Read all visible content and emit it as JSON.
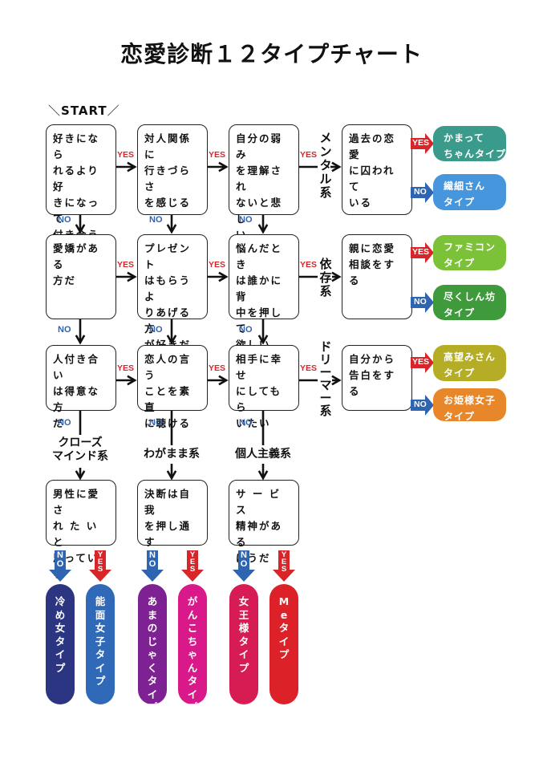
{
  "title": "恋愛診断１２タイプチャート",
  "start_label": "START",
  "yes_label": "YES",
  "no_label": "NO",
  "questions": {
    "r1c1": "好きになら\nれるより好\nきになって\n付き合うこ\nとが多い",
    "r1c2": "対人関係に\n行きづらさ\nを感じる",
    "r1c3": "自分の弱み\nを理解され\nないと悲し\nい",
    "r1c4": "過去の恋愛\nに囚われて\nいる",
    "r2c1": "愛嬌がある\n方だ",
    "r2c2": "プレゼント\nはもらうよ\nりあげる方\nが好きだ",
    "r2c3": "悩んだとき\nは誰かに背\n中を押して\n欲しい",
    "r2c4": "親に恋愛\n相談をする",
    "r3c1": "人付き合い\nは得意な方\nだ",
    "r3c2": "恋人の言う\nことを素直\nに聴ける",
    "r3c3": "相手に幸せ\nにしてもら\nいたい",
    "r3c4": "自分から\n告白をする",
    "r4c1": "男性に愛さ\nれ た い と\n思っている",
    "r4c2": "決断は自我\nを押し通す",
    "r4c3": "サ ー ビ ス\n精神がある\nほうだ"
  },
  "categories": {
    "mental": "メンタル系",
    "dependent": "依存系",
    "dreamer": "ドリーマー系",
    "closed_mind": "クローズ\nマインド系",
    "selfish": "わがまま系",
    "individualist": "個人主義系"
  },
  "results_right": [
    {
      "answer": "YES",
      "label": "かまって\nちゃんタイプ",
      "color": "#3a9a8c"
    },
    {
      "answer": "NO",
      "label": "繊細さん\nタイプ",
      "color": "#4596dc"
    },
    {
      "answer": "YES",
      "label": "ファミコン\nタイプ",
      "color": "#7cc238"
    },
    {
      "answer": "NO",
      "label": "尽くしん坊\nタイプ",
      "color": "#3f9a3c"
    },
    {
      "answer": "YES",
      "label": "高望みさん\nタイプ",
      "color": "#b4ad25"
    },
    {
      "answer": "NO",
      "label": "お姫様女子\nタイプ",
      "color": "#e8862a"
    }
  ],
  "results_bottom": [
    {
      "answer": "NO",
      "label": "冷め女タイプ",
      "color": "#2c3581"
    },
    {
      "answer": "YES",
      "label": "能面女子タイプ",
      "color": "#2f69b8"
    },
    {
      "answer": "NO",
      "label": "あまのじゃくタイプ",
      "color": "#7e2192"
    },
    {
      "answer": "YES",
      "label": "がんこちゃんタイプ",
      "color": "#d9188a"
    },
    {
      "answer": "NO",
      "label": "女王様タイプ",
      "color": "#d61c53"
    },
    {
      "answer": "YES",
      "label": "Meタイプ",
      "color": "#dc2228"
    }
  ],
  "colors": {
    "yes": "#d7262a",
    "no": "#2f64b0",
    "line": "#111111"
  }
}
